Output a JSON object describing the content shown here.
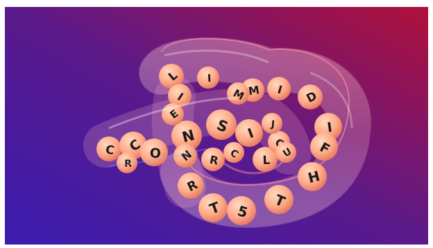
{
  "scene": {
    "subject": "glass-knot-tube",
    "colors": {
      "bg_top_left": "#5a1a8a",
      "bg_bottom_left": "#3a1cb0",
      "bg_top_right": "#b0103a",
      "bg_bottom_right": "#7a1a78",
      "tube_edge": "#ff9fb2",
      "ball_light": "#ffd9c0",
      "ball_mid": "#ffab88",
      "ball_dark": "#e0705c"
    },
    "ball_letters": [
      "L",
      "I",
      "I",
      "M",
      "M",
      "N",
      "S",
      "I",
      "I",
      "D",
      "C",
      "C",
      "O",
      "N",
      "L",
      "C",
      "I",
      "F",
      "H",
      "T",
      "T",
      "5",
      "R",
      "R",
      "U",
      "J",
      "E",
      "R",
      "C"
    ]
  }
}
